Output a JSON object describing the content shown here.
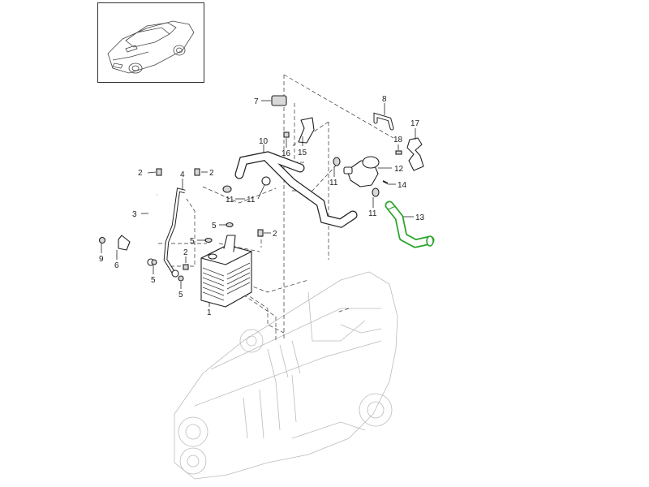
{
  "diagram": {
    "title": "Porsche parts catalog exploded view – transmission oil cooler and coolant hoses",
    "highlight_color": "#2aa52a",
    "line_color": "#222222",
    "thumbnail": {
      "name": "vehicle-thumbnail",
      "description": "Convertible car line drawing"
    },
    "highlighted_part": "13",
    "callouts": [
      {
        "id": "c1",
        "label": "1"
      },
      {
        "id": "c2a",
        "label": "2"
      },
      {
        "id": "c2b",
        "label": "2"
      },
      {
        "id": "c2c",
        "label": "2"
      },
      {
        "id": "c2d",
        "label": "2"
      },
      {
        "id": "c3",
        "label": "3"
      },
      {
        "id": "c4",
        "label": "4"
      },
      {
        "id": "c5a",
        "label": "5"
      },
      {
        "id": "c5b",
        "label": "5"
      },
      {
        "id": "c5c",
        "label": "5"
      },
      {
        "id": "c5d",
        "label": "5"
      },
      {
        "id": "c6",
        "label": "6"
      },
      {
        "id": "c7",
        "label": "7"
      },
      {
        "id": "c8",
        "label": "8"
      },
      {
        "id": "c9",
        "label": "9"
      },
      {
        "id": "c10",
        "label": "10"
      },
      {
        "id": "c11a",
        "label": "11"
      },
      {
        "id": "c11b",
        "label": "11"
      },
      {
        "id": "c11c",
        "label": "11"
      },
      {
        "id": "c11d",
        "label": "11"
      },
      {
        "id": "c12",
        "label": "12"
      },
      {
        "id": "c13",
        "label": "13"
      },
      {
        "id": "c14",
        "label": "14"
      },
      {
        "id": "c15",
        "label": "15"
      },
      {
        "id": "c16",
        "label": "16"
      },
      {
        "id": "c17",
        "label": "17"
      },
      {
        "id": "c18",
        "label": "18"
      }
    ]
  }
}
